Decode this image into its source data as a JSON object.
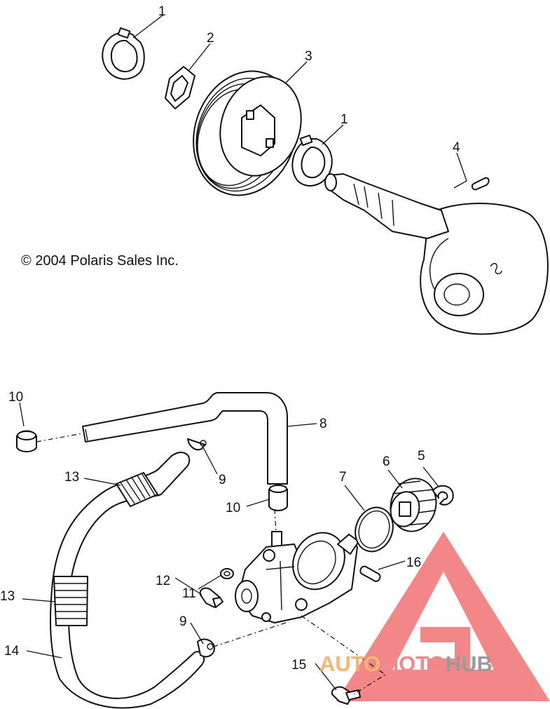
{
  "copyright": "© 2004 Polaris Sales Inc.",
  "callouts": {
    "top_1a": "1",
    "top_2": "2",
    "top_3": "3",
    "top_1b": "1",
    "top_4": "4",
    "bot_10a": "10",
    "bot_8": "8",
    "bot_9a": "9",
    "bot_13a": "13",
    "bot_10b": "10",
    "bot_7": "7",
    "bot_6": "6",
    "bot_5": "5",
    "bot_16": "16",
    "bot_12": "12",
    "bot_11": "11",
    "bot_13b": "13",
    "bot_9b": "9",
    "bot_14": "14",
    "bot_15": "15"
  },
  "watermark": {
    "part1": "AUTO",
    "part2": "MOTO",
    "part3": "HUB",
    "colors": {
      "auto": "#f3b870",
      "moto": "#f08a8a",
      "hub": "#9a9a9a",
      "logo": "#f06060"
    }
  }
}
